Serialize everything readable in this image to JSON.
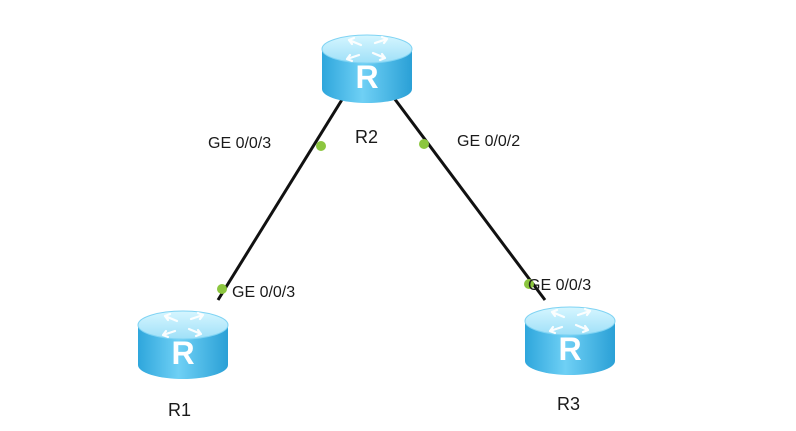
{
  "routers": [
    {
      "id": "R1",
      "label": "R1",
      "icon": "router-icon",
      "glyph": "R"
    },
    {
      "id": "R2",
      "label": "R2",
      "icon": "router-icon",
      "glyph": "R"
    },
    {
      "id": "R3",
      "label": "R3",
      "icon": "router-icon",
      "glyph": "R"
    }
  ],
  "links": [
    {
      "from": "R1",
      "to": "R2",
      "from_port": "GE 0/0/3",
      "to_port": "GE 0/0/3"
    },
    {
      "from": "R2",
      "to": "R3",
      "from_port": "GE 0/0/2",
      "to_port": "GE 0/0/3"
    }
  ],
  "colors": {
    "router_top": "#b8ecfb",
    "router_side": "#3fb3e6",
    "router_glyph": "#ffffff",
    "link": "#111111",
    "port_dot": "#8cc63f"
  }
}
